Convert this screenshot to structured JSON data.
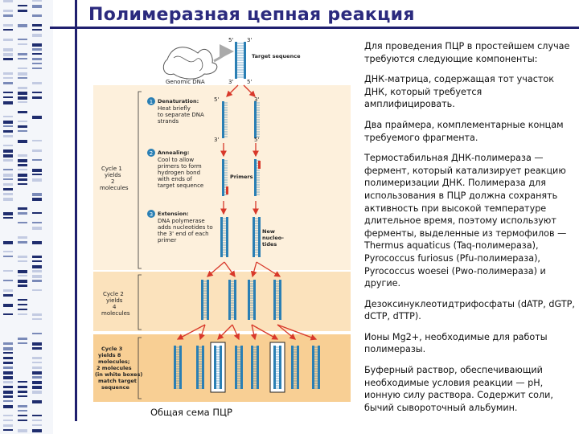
{
  "title": "Полимеразная цепная реакция",
  "caption": "Общая сема ПЦР",
  "scheme": {
    "genomic_dna": "Genomic DNA",
    "target_sequence": "Target sequence",
    "five_prime": "5'",
    "three_prime": "3'",
    "step1_title": "Denaturation:",
    "step1_text": "Heat briefly to separate DNA strands",
    "step2_title": "Annealing:",
    "step2_text": "Cool to allow primers to form hydrogen bond with ends of target sequence",
    "step3_title": "Extension:",
    "step3_text": "DNA polymerase adds nucleotides to the 3' end of each primer",
    "primers": "Primers",
    "new_nucleotides": "New nucleo- tides",
    "cycle1": "Cycle 1 yields 2 molecules",
    "cycle2": "Cycle 2 yields 4 molecules",
    "cycle3": "Cycle 3 yields 8 molecules; 2 molecules (in white boxes) match target sequence",
    "step_numbers": [
      "1",
      "2",
      "3"
    ]
  },
  "paragraphs": [
    "Для проведения ПЦР в простейшем случае требуются следующие компоненты:",
    "ДНК-матрица, содержащая тот участок ДНК, который требуется амплифицировать.",
    "Два праймера, комплементарные концам требуемого фрагмента.",
    "Термостабильная ДНК-полимераза — фермент, который катализирует реакцию полимеризации ДНК. Полимераза для использования в ПЦР должна сохранять активность при высокой температуре длительное время, поэтому используют ферменты, выделенные из термофилов — Thermus aquaticus (Taq-полимераза), Pyrococcus furiosus (Pfu-полимераза), Pyrococcus woesei (Pwo-полимераза) и другие.",
    "Дезоксинуклеотидтрифосфаты (dATP, dGTP, dCTP, dTTP).",
    "Ионы Mg2+, необходимые для работы полимеразы.",
    "Буферный раствор, обеспечивающий необходимые условия реакции — pH, ионную силу раствора. Содержит соли, бычий сывороточный альбумин."
  ],
  "colors": {
    "title": "#2b2a7e",
    "rule": "#1f1f6e",
    "cycle1_bg": "#fdf0dc",
    "cycle2_bg": "#fbe2bc",
    "cycle3_bg": "#f8cf94",
    "strand": "#2a7fb4",
    "arrow": "#d8382a",
    "step_badge": "#2a7fb4"
  }
}
